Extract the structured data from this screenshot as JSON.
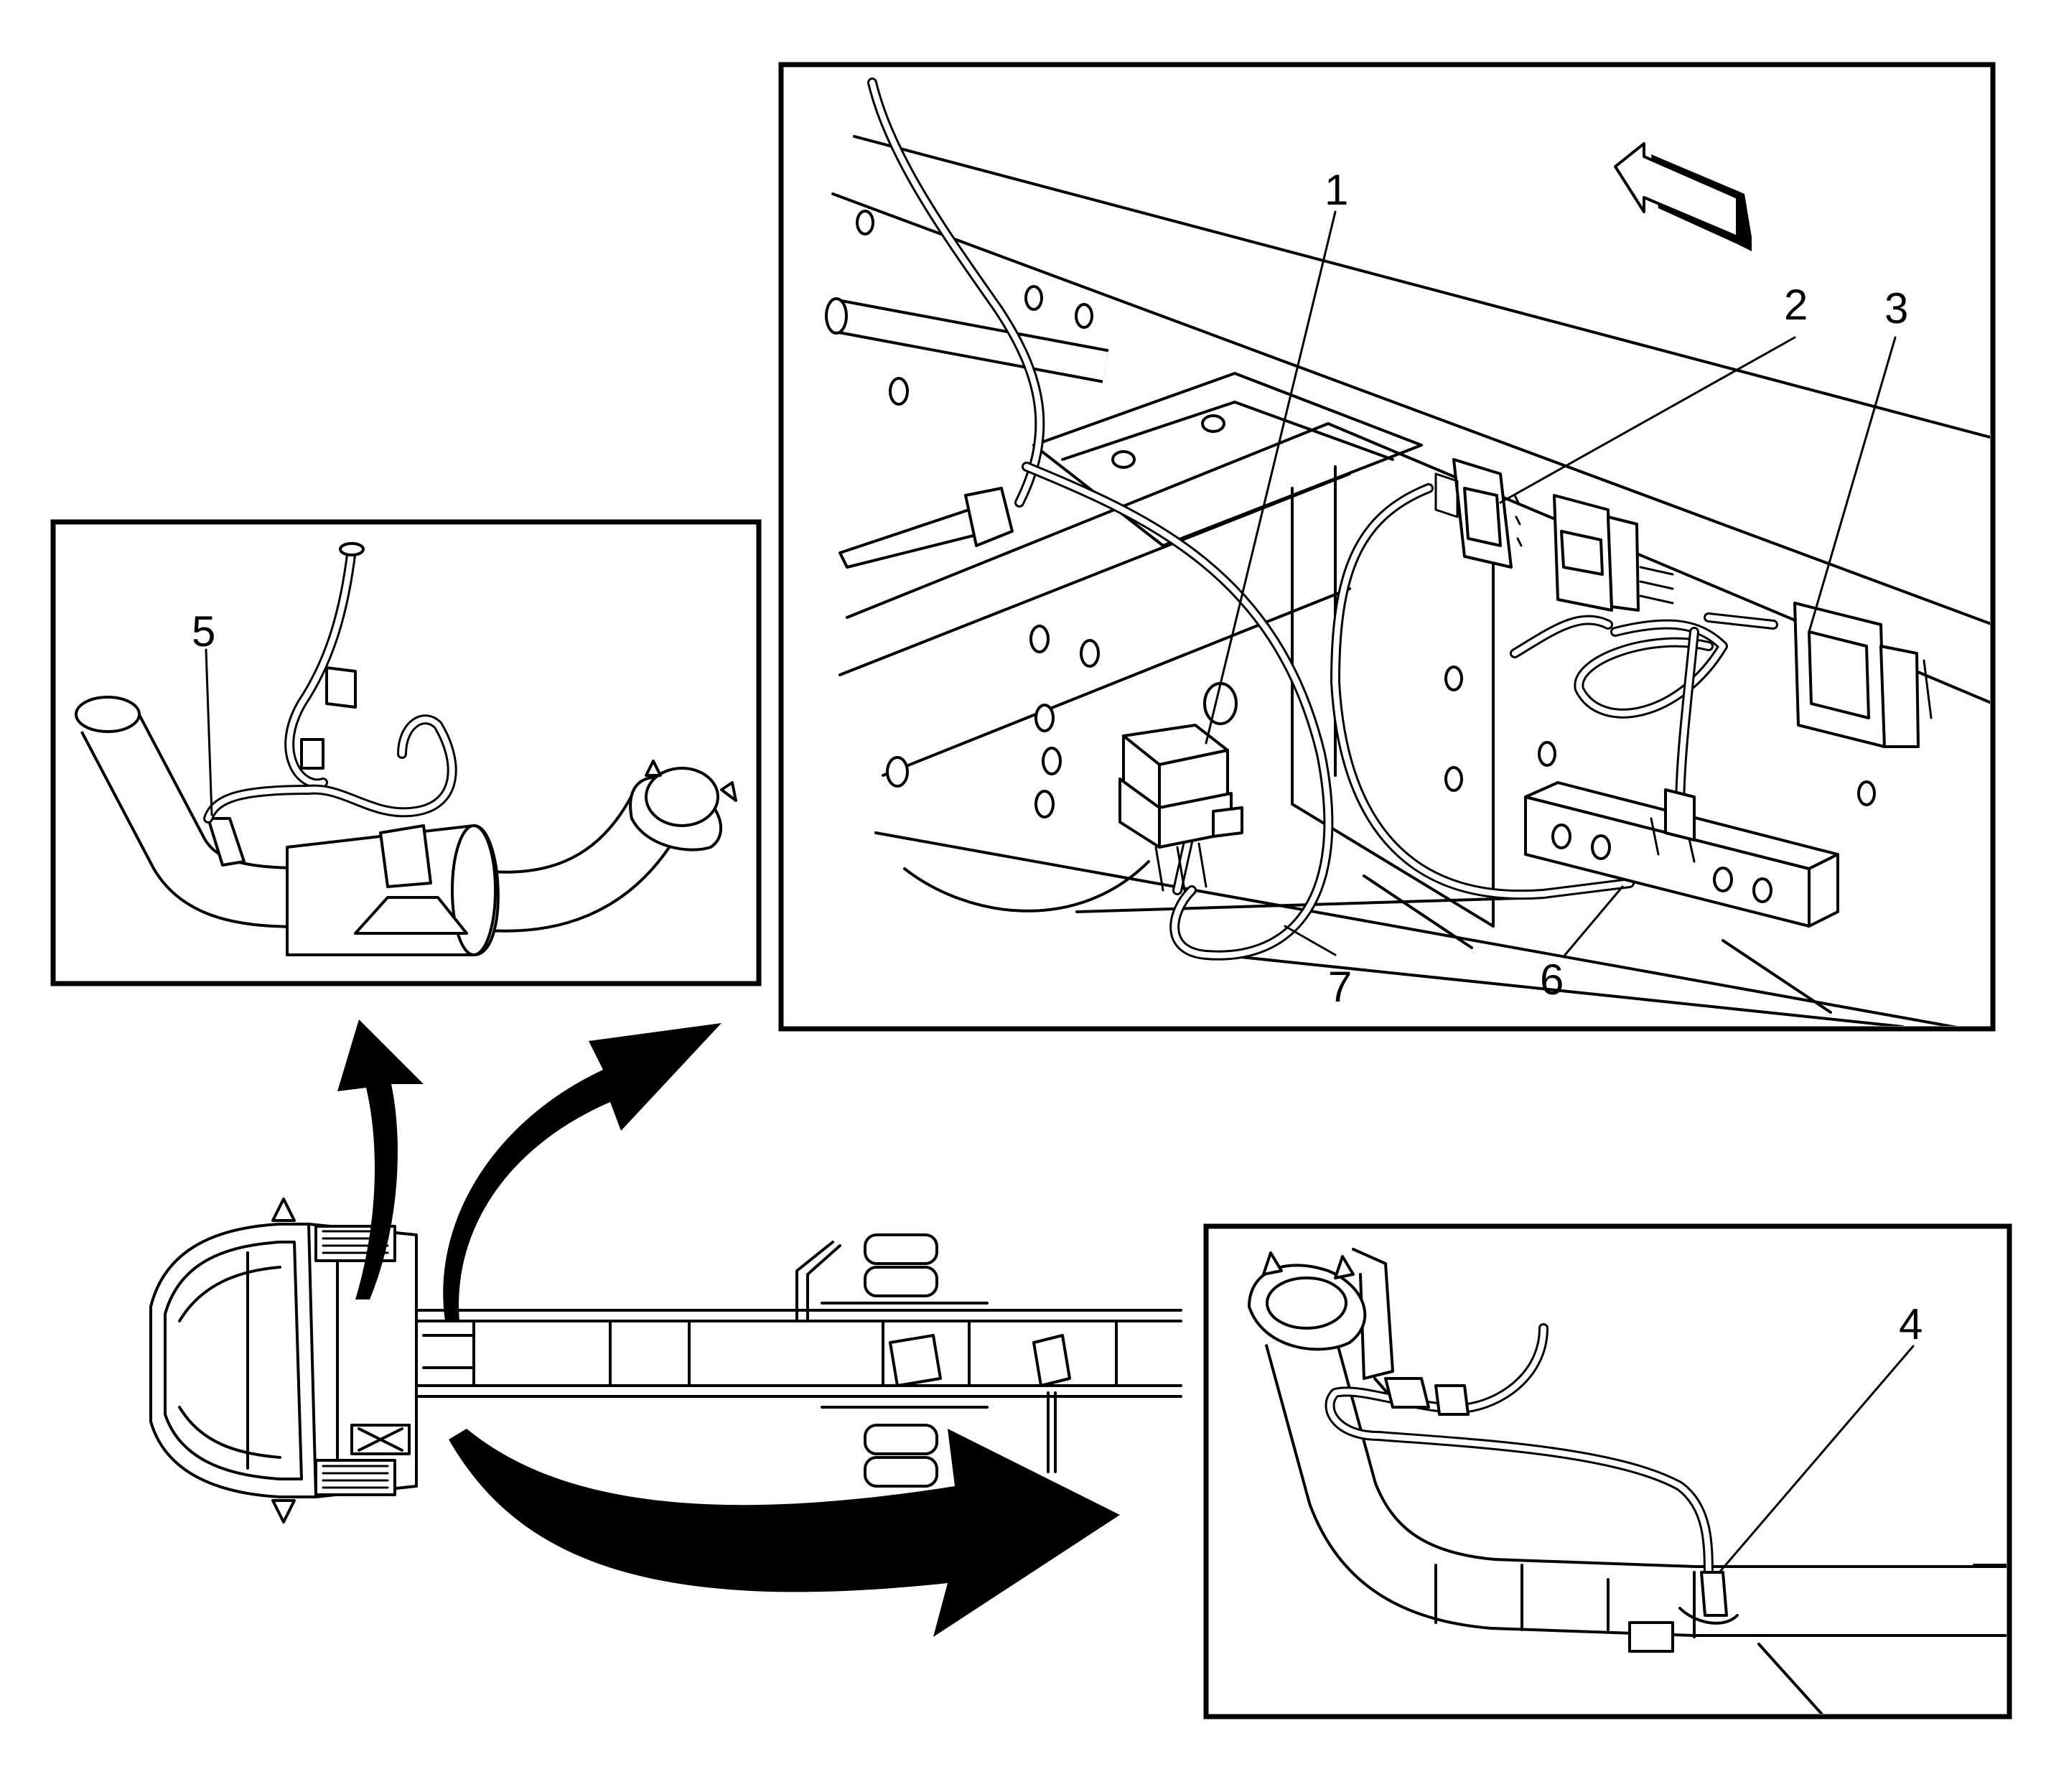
{
  "callouts": [
    {
      "id": "1",
      "label": "1"
    },
    {
      "id": "2",
      "label": "2"
    },
    {
      "id": "3",
      "label": "3"
    },
    {
      "id": "4",
      "label": "4"
    },
    {
      "id": "5",
      "label": "5"
    },
    {
      "id": "6",
      "label": "6"
    },
    {
      "id": "7",
      "label": "7"
    }
  ],
  "views": {
    "top_right": "frame-rail-connector-view",
    "top_left": "exhaust-downpipe-sensor-view",
    "bottom_right": "exhaust-pipe-sensor-view",
    "bottom_left": "vehicle-chassis-overview"
  },
  "icons": [
    "forward-direction-arrow-icon",
    "callout-arrow-icon"
  ]
}
